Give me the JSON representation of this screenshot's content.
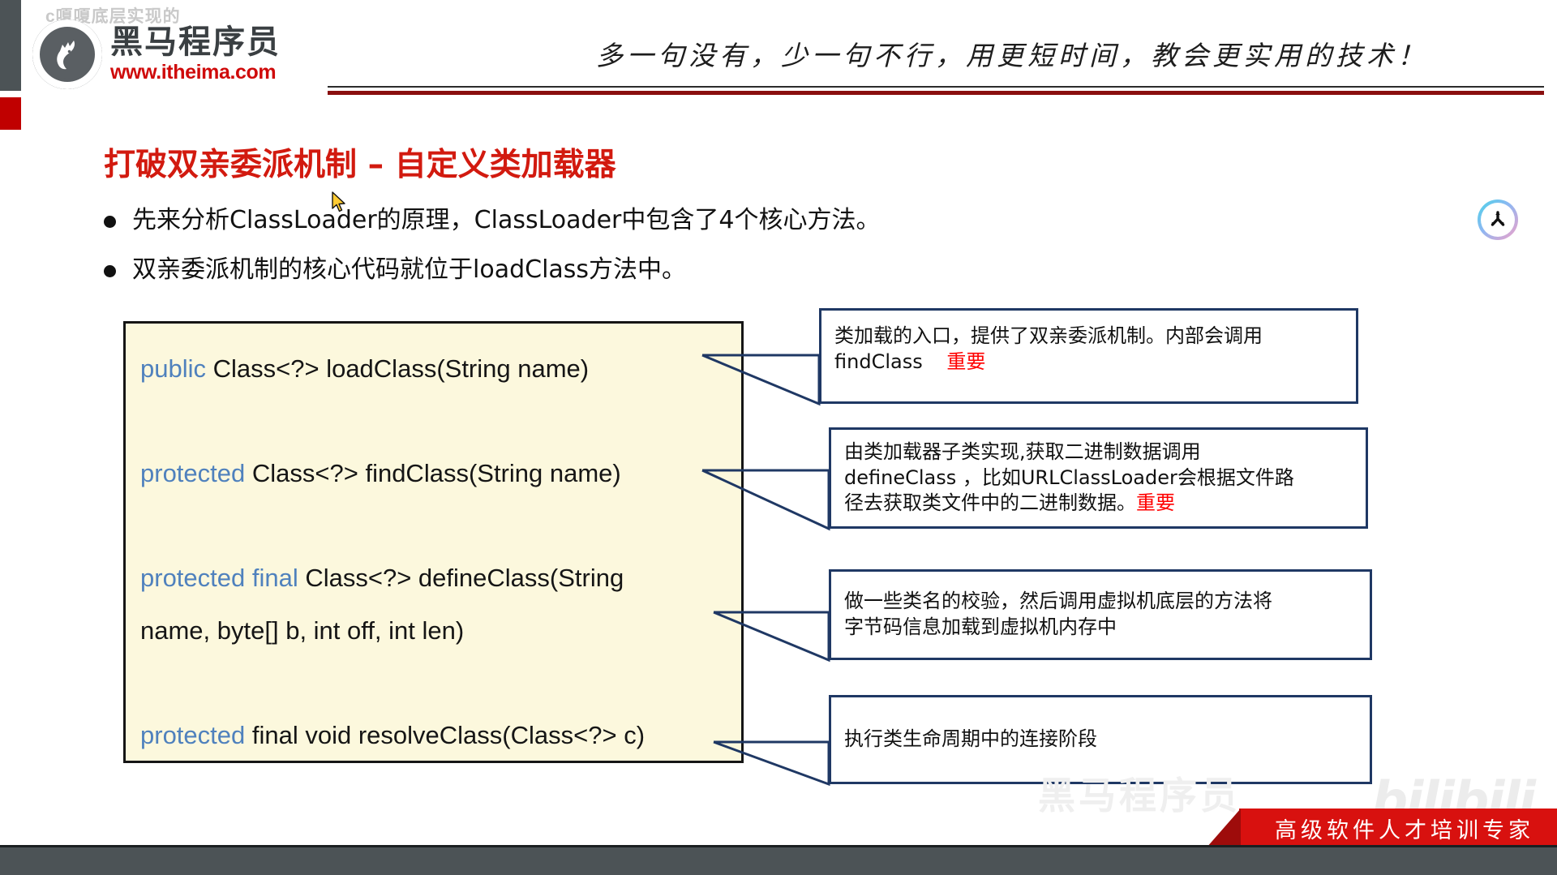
{
  "header": {
    "watermark": "c嗄嗄底层实现的",
    "logo_cn": "黑马程序员",
    "logo_url": "www.itheima.com",
    "slogan": "多一句没有，少一句不行，用更短时间，教会更实用的技术！",
    "logo_icon": "horse-head-icon"
  },
  "slide": {
    "title": "打破双亲委派机制 – 自定义类加载器",
    "bullets": [
      "先来分析ClassLoader的原理，ClassLoader中包含了4个核心方法。",
      "双亲委派机制的核心代码就位于loadClass方法中。"
    ],
    "code": {
      "lines": [
        {
          "keyword": "public",
          "rest": " Class<?> loadClass(String name)"
        },
        {
          "keyword": "protected",
          "rest": " Class<?> findClass(String name)"
        },
        {
          "keyword": "protected final",
          "rest": " Class<?> defineClass(String"
        },
        {
          "keyword": "",
          "rest": "name, byte[] b, int off, int len)"
        },
        {
          "keyword": "protected",
          "rest": " final void resolveClass(Class<?> c)"
        }
      ]
    },
    "annotations": [
      {
        "text": "类加载的入口，提供了双亲委派机制。内部会调用 findClass",
        "line1": "类加载的入口，提供了双亲委派机制。内部会调用",
        "line2": "findClass",
        "highlight": "重要"
      },
      {
        "line1": "由类加载器子类实现,获取二进制数据调用",
        "line2": "defineClass ，比如URLClassLoader会根据文件路",
        "line3": "径去获取类文件中的二进制数据。",
        "highlight": "重要"
      },
      {
        "line1": "做一些类名的校验，然后调用虚拟机底层的方法将",
        "line2": "字节码信息加载到虚拟机内存中",
        "highlight": ""
      },
      {
        "line1": "执行类生命周期中的连接阶段",
        "line2": "",
        "highlight": ""
      }
    ]
  },
  "overlay": {
    "corner_icon": "tri-arrow-badge-icon",
    "cursor_icon": "mouse-pointer-icon",
    "bilibili_watermark": "bilibili",
    "heima_watermark": "黑马程序员",
    "footer_banner": "高级软件人才培训专家"
  },
  "colors": {
    "title_red": "#d21a0f",
    "keyword_blue": "#4f81bd",
    "code_bg": "#fcf8dd",
    "anno_border": "#1f3864",
    "highlight_red": "#ff0000",
    "banner_red": "#d8110f",
    "bar_gray": "#4c5356"
  }
}
